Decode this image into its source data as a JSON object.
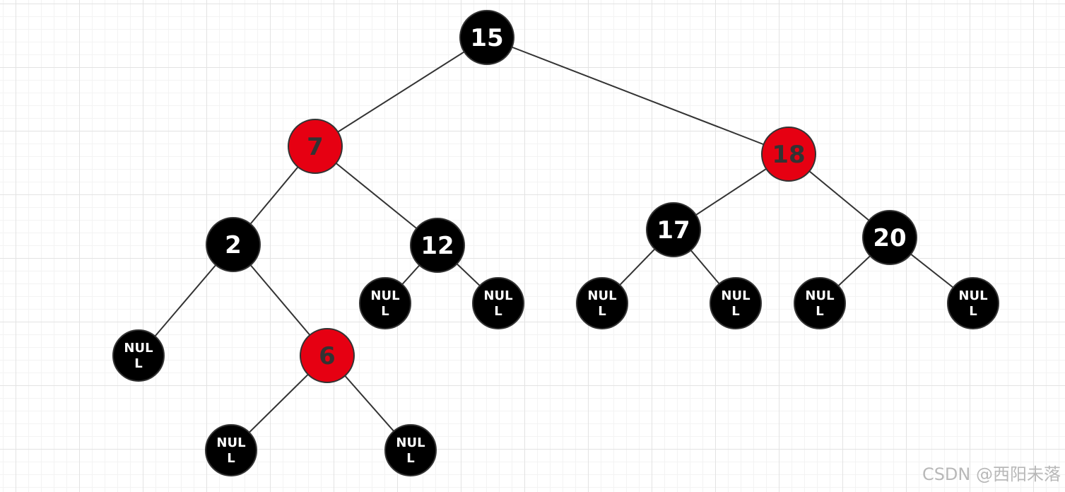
{
  "colors": {
    "black": "#000000",
    "red": "#e60012",
    "edge": "#333333",
    "text_on_black": "#ffffff",
    "text_on_red": "#333333"
  },
  "tree": {
    "nodes": [
      {
        "id": "n15",
        "label": "15",
        "color": "black"
      },
      {
        "id": "n7",
        "label": "7",
        "color": "red"
      },
      {
        "id": "n18",
        "label": "18",
        "color": "red"
      },
      {
        "id": "n2",
        "label": "2",
        "color": "black"
      },
      {
        "id": "n12",
        "label": "12",
        "color": "black"
      },
      {
        "id": "n17",
        "label": "17",
        "color": "black"
      },
      {
        "id": "n20",
        "label": "20",
        "color": "black"
      },
      {
        "id": "nil2L",
        "label": "NUL|L",
        "color": "black",
        "nil": true
      },
      {
        "id": "n6",
        "label": "6",
        "color": "red"
      },
      {
        "id": "nil12L",
        "label": "NUL|L",
        "color": "black",
        "nil": true
      },
      {
        "id": "nil12R",
        "label": "NUL|L",
        "color": "black",
        "nil": true
      },
      {
        "id": "nil17L",
        "label": "NUL|L",
        "color": "black",
        "nil": true
      },
      {
        "id": "nil17R",
        "label": "NUL|L",
        "color": "black",
        "nil": true
      },
      {
        "id": "nil20L",
        "label": "NUL|L",
        "color": "black",
        "nil": true
      },
      {
        "id": "nil20R",
        "label": "NUL|L",
        "color": "black",
        "nil": true
      },
      {
        "id": "nil6L",
        "label": "NUL|L",
        "color": "black",
        "nil": true
      },
      {
        "id": "nil6R",
        "label": "NUL|L",
        "color": "black",
        "nil": true
      }
    ],
    "edges": [
      [
        "n15",
        "n7"
      ],
      [
        "n15",
        "n18"
      ],
      [
        "n7",
        "n2"
      ],
      [
        "n7",
        "n12"
      ],
      [
        "n18",
        "n17"
      ],
      [
        "n18",
        "n20"
      ],
      [
        "n2",
        "nil2L"
      ],
      [
        "n2",
        "n6"
      ],
      [
        "n12",
        "nil12L"
      ],
      [
        "n12",
        "nil12R"
      ],
      [
        "n17",
        "nil17L"
      ],
      [
        "n17",
        "nil17R"
      ],
      [
        "n20",
        "nil20L"
      ],
      [
        "n20",
        "nil20R"
      ],
      [
        "n6",
        "nil6L"
      ],
      [
        "n6",
        "nil6R"
      ]
    ]
  },
  "watermark": "CSDN @西阳未落"
}
